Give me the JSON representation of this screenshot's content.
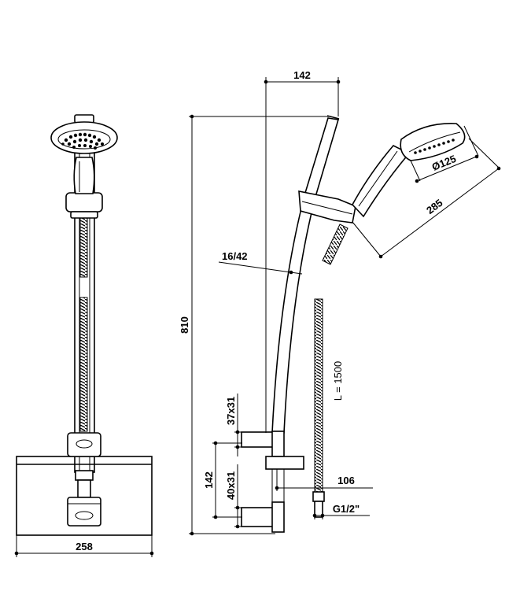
{
  "dimensions": {
    "top_width": "142",
    "total_height": "810",
    "head_diameter": "Ø125",
    "handset_length": "285",
    "bar_diameter": "16/42",
    "hose_length": "L = 1500",
    "upper_bracket": "37x31",
    "lower_bracket": "40x31",
    "bracket_spacing": "142",
    "wall_offset": "106",
    "thread": "G1/2\"",
    "base_width": "258"
  }
}
